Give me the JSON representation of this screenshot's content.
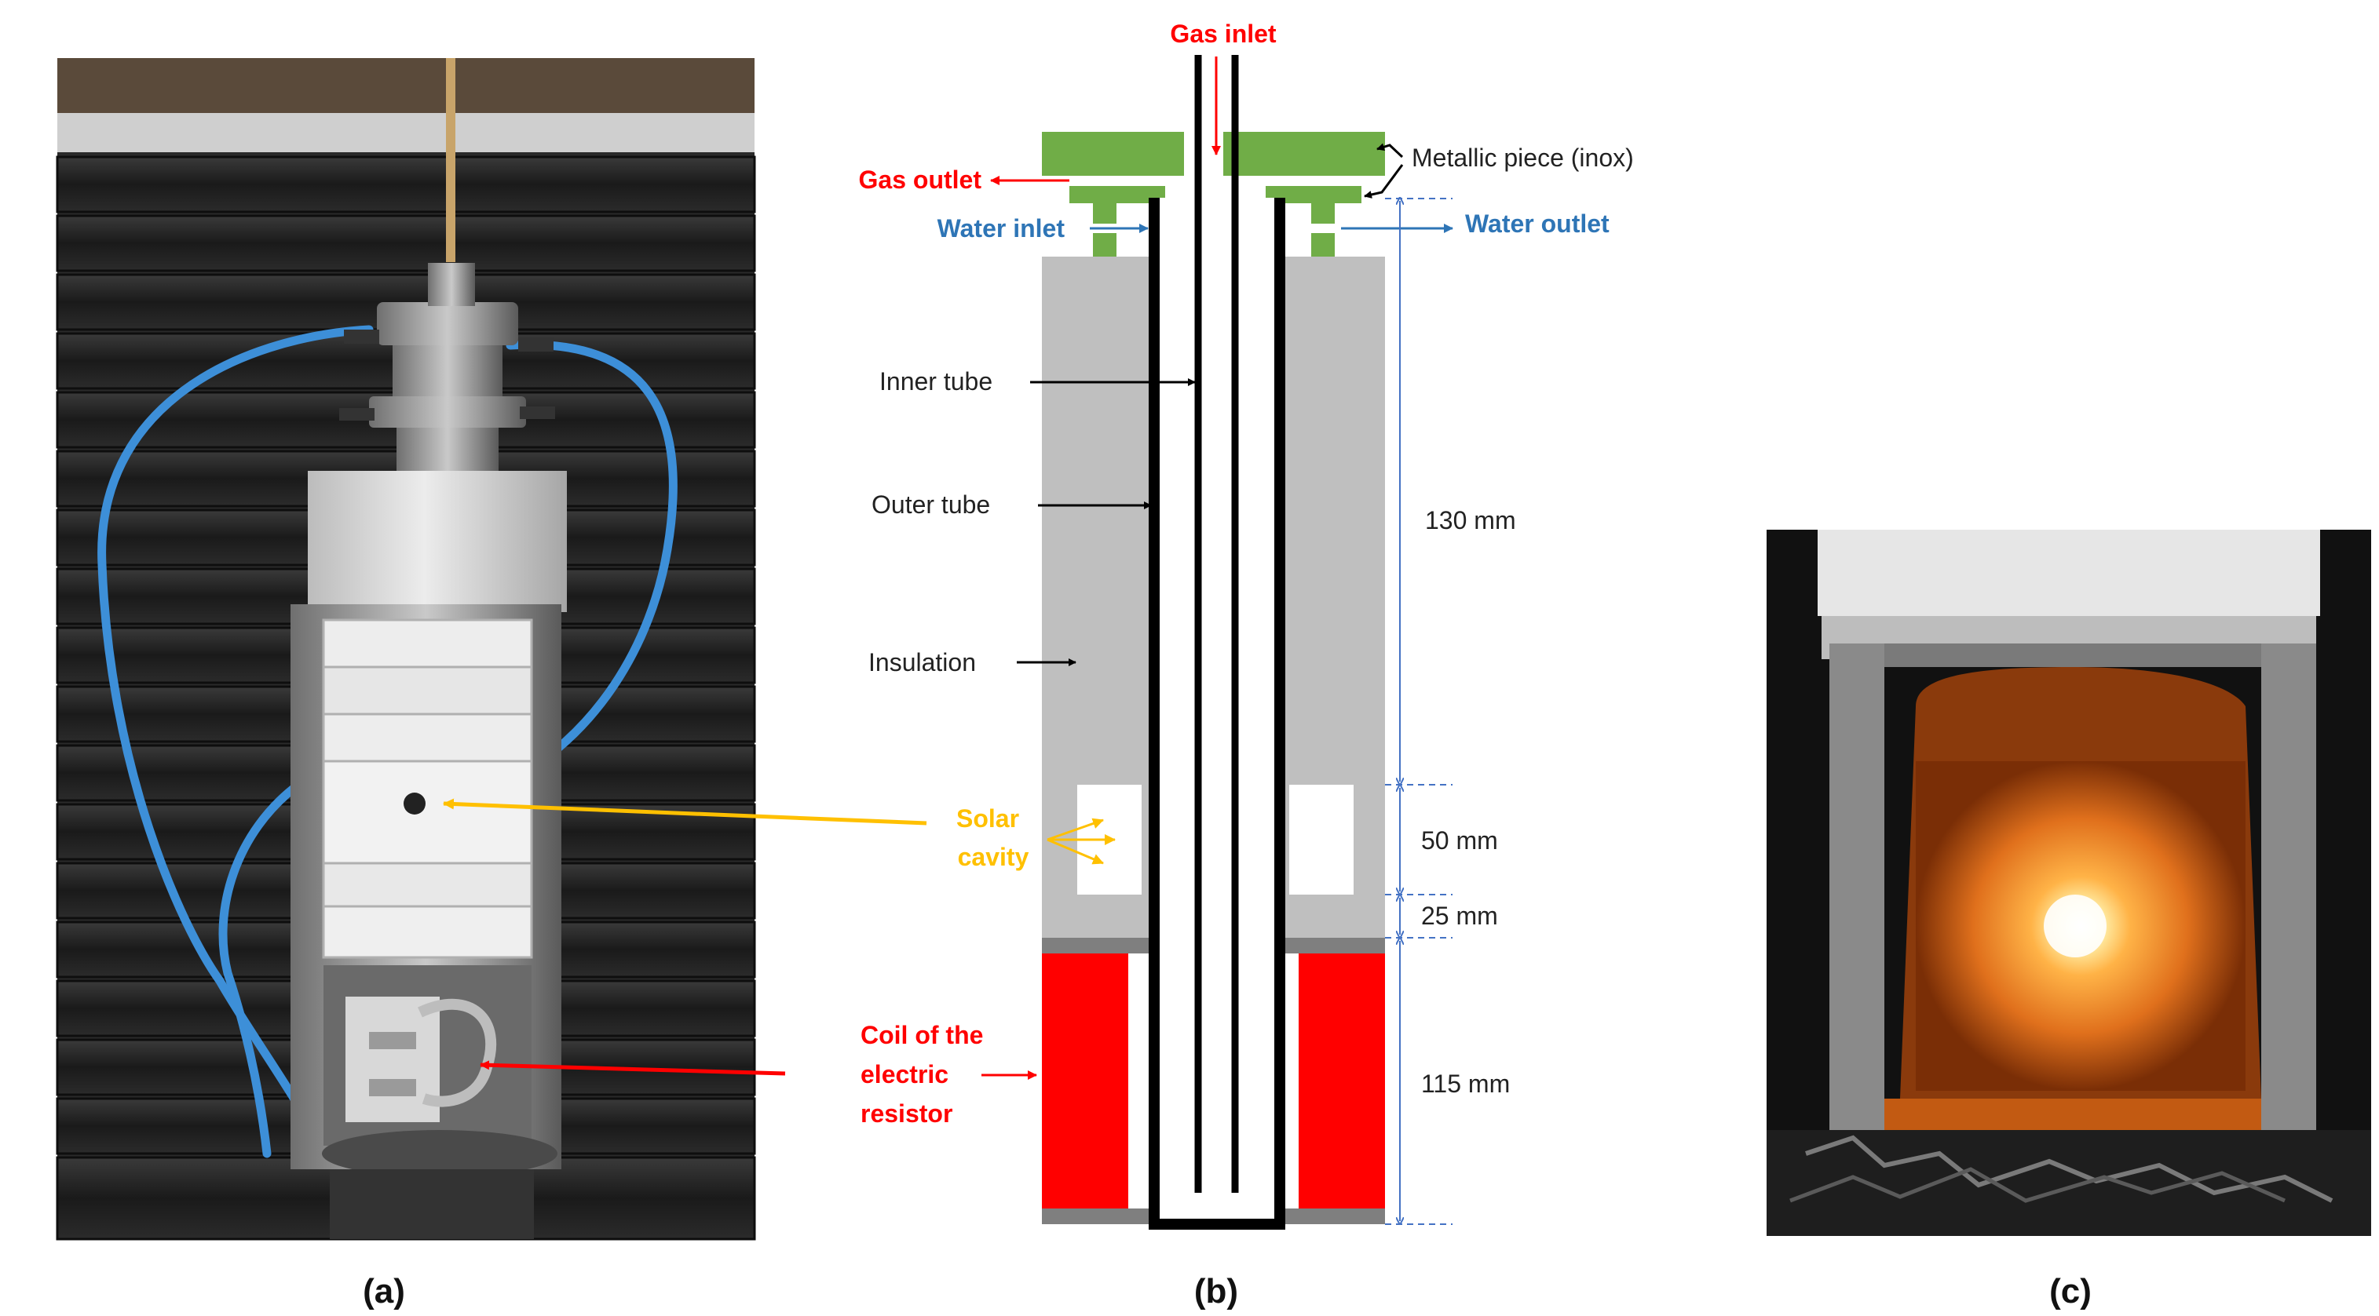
{
  "panels": {
    "a": {
      "caption": "(a)"
    },
    "b": {
      "caption": "(b)"
    },
    "c": {
      "caption": "(c)"
    }
  },
  "labels": {
    "gas_inlet": "Gas inlet",
    "gas_outlet": "Gas outlet",
    "water_inlet": "Water inlet",
    "water_outlet": "Water outlet",
    "metallic_piece": "Metallic piece (inox)",
    "inner_tube": "Inner tube",
    "outer_tube": "Outer tube",
    "insulation": "Insulation",
    "solar_line1": "Solar",
    "solar_line2": "cavity",
    "coil_line1": "Coil of the",
    "coil_line2": "electric",
    "coil_line3": "resistor"
  },
  "dimensions": {
    "d130": "130 mm",
    "d50": "50 mm",
    "d25": "25 mm",
    "d115": "115 mm"
  },
  "colors": {
    "metal_green": "#70ad47",
    "insulation_grey": "#bfbfbf",
    "dark_grey": "#7f7f7f",
    "resistor_red": "#ff0000",
    "red_text": "#ff0000",
    "blue_text": "#2e75b6",
    "orange_text": "#ffc000",
    "dim_blue": "#4472c4"
  }
}
